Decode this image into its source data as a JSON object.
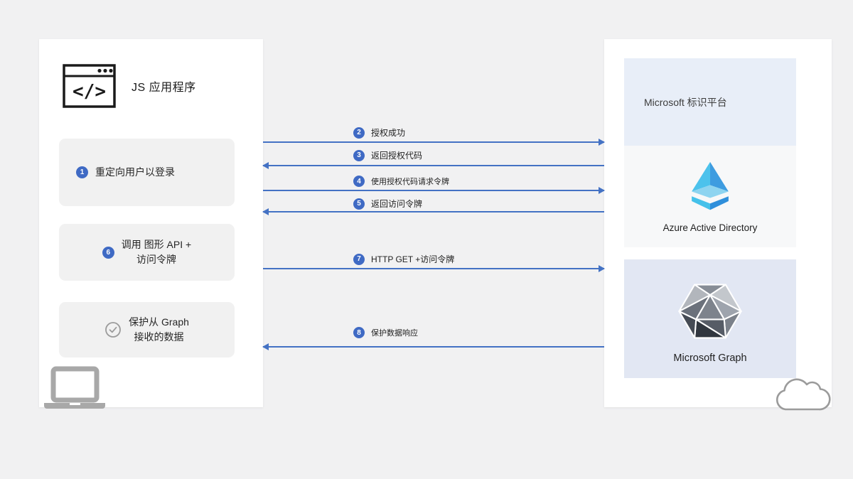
{
  "app": {
    "title": "JS 应用程序"
  },
  "icons": {
    "code_glyph": "</>",
    "check_glyph": "✓"
  },
  "left_steps": [
    {
      "badge": "1",
      "line1": "重定向用户以登录",
      "line2": ""
    },
    {
      "badge": "6",
      "line1": "调用 图形 API +",
      "line2": "访问令牌"
    },
    {
      "badge": "",
      "line1": "保护从 Graph",
      "line2": "接收的数据"
    }
  ],
  "arrows": [
    {
      "badge": "2",
      "label": "授权成功",
      "direction": "right"
    },
    {
      "badge": "3",
      "label": "返回授权代码",
      "direction": "left"
    },
    {
      "badge": "4",
      "label": "使用授权代码请求令牌",
      "direction": "right"
    },
    {
      "badge": "5",
      "label": "返回访问令牌",
      "direction": "left"
    },
    {
      "badge": "7",
      "label": "HTTP GET +访问令牌",
      "direction": "right"
    },
    {
      "badge": "8",
      "label": "保护数据响应",
      "direction": "left"
    }
  ],
  "right": {
    "identity_platform_label": "Microsoft 标识平台",
    "aad_label": "Azure Active Directory",
    "graph_label": "Microsoft Graph"
  },
  "colors": {
    "accent_blue": "#4472c4",
    "badge_blue": "#3f6ac4",
    "identity_box_bg": "#e8eef8",
    "aad_box_bg": "#f7f8f9",
    "graph_box_bg": "#e2e7f3",
    "step_box_bg": "#f1f1f1"
  }
}
